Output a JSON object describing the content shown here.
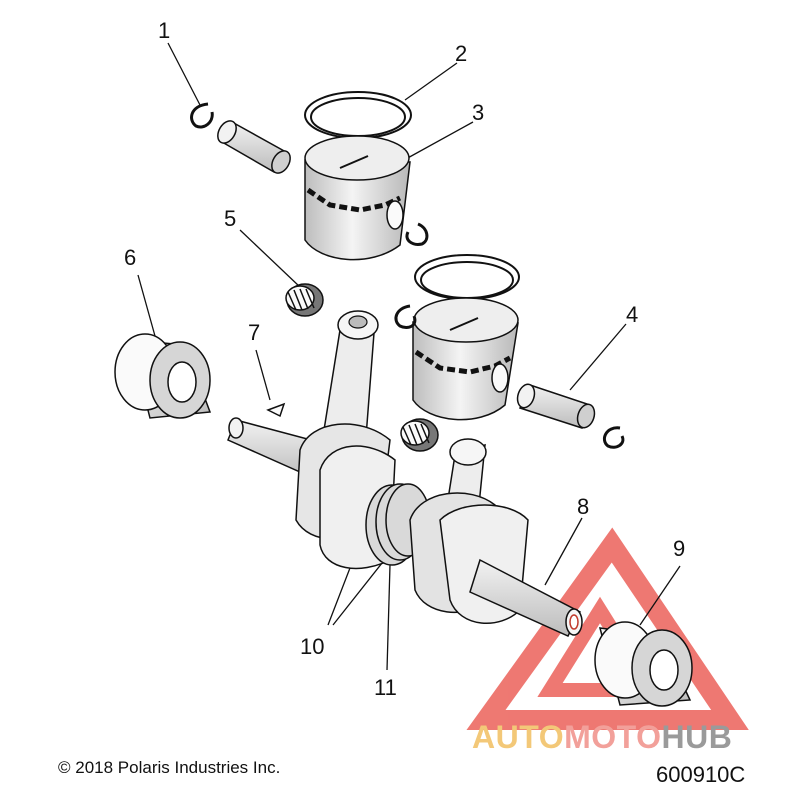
{
  "callouts": [
    {
      "id": "1",
      "label": "1"
    },
    {
      "id": "2",
      "label": "2"
    },
    {
      "id": "3",
      "label": "3"
    },
    {
      "id": "4",
      "label": "4"
    },
    {
      "id": "5",
      "label": "5"
    },
    {
      "id": "6",
      "label": "6"
    },
    {
      "id": "7",
      "label": "7"
    },
    {
      "id": "8",
      "label": "8"
    },
    {
      "id": "9",
      "label": "9"
    },
    {
      "id": "10",
      "label": "10"
    },
    {
      "id": "11",
      "label": "11"
    }
  ],
  "copyright": "© 2018 Polaris Industries Inc.",
  "drawing_number": "600910C",
  "watermark": {
    "part1": "AUTO",
    "part2": "MOTO",
    "part3": "HUB"
  },
  "colors": {
    "line": "#111111",
    "shade": "#d8d8d8",
    "watermark_red": "#e8453c"
  }
}
